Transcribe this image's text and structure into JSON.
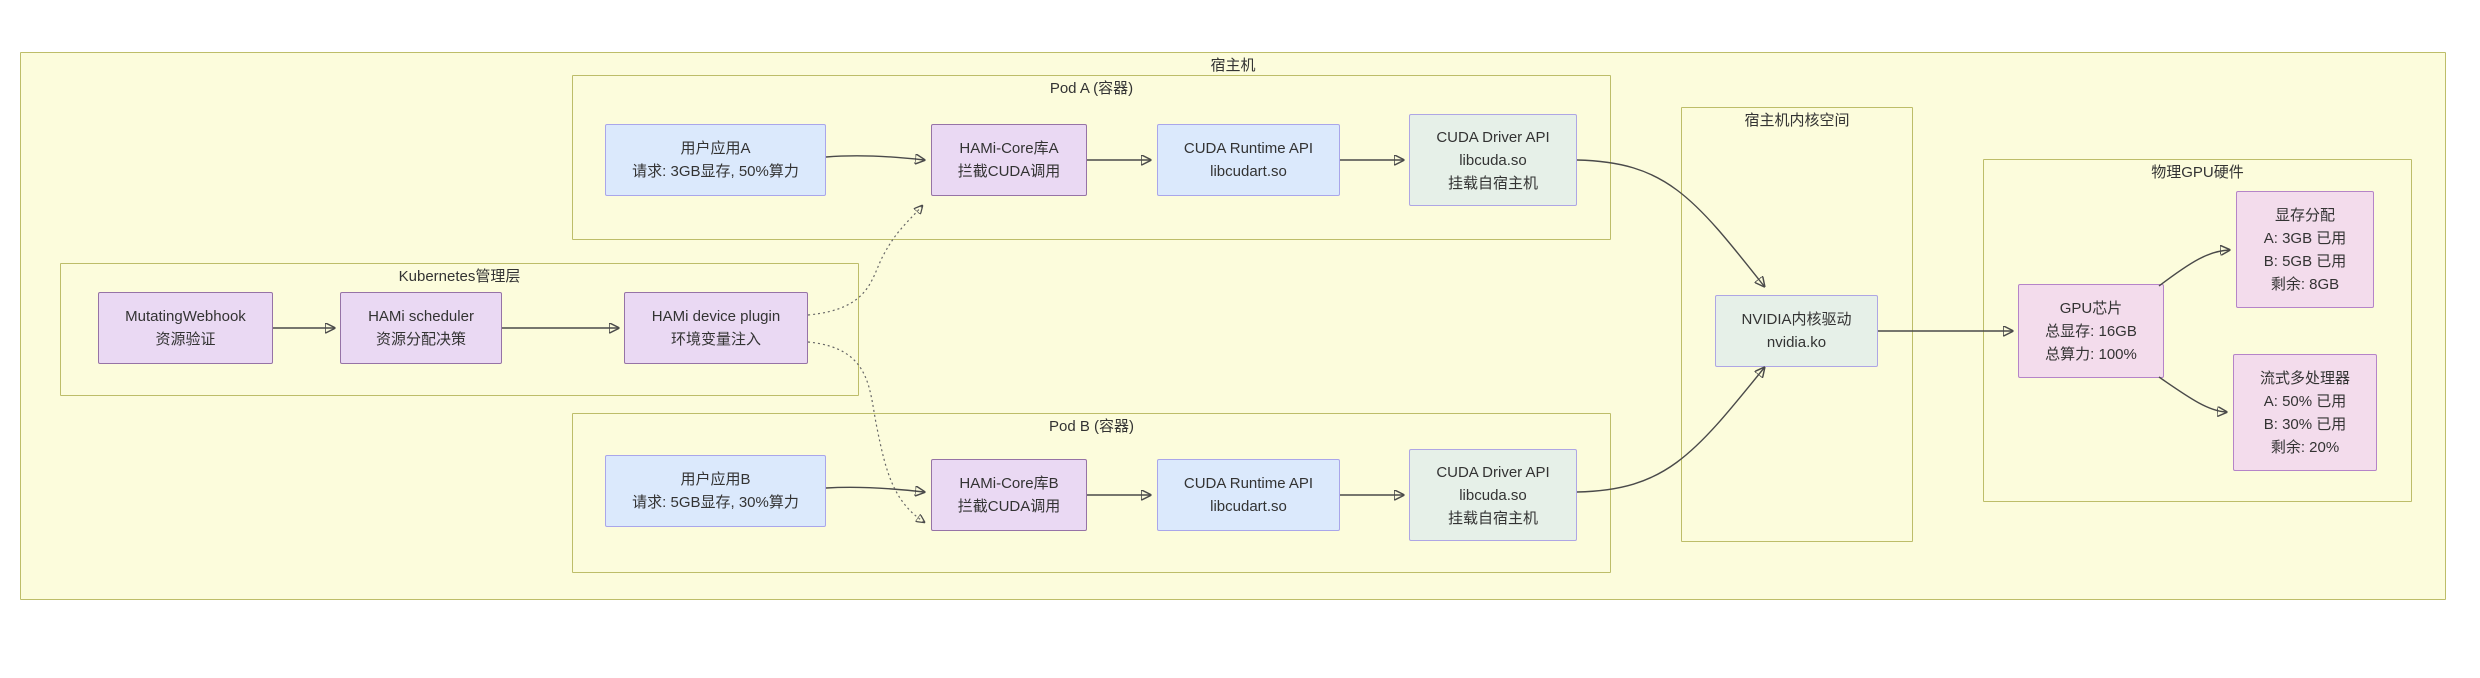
{
  "diagram": {
    "groups": {
      "host": {
        "label": "宿主机"
      },
      "pod_a": {
        "label": "Pod A (容器)"
      },
      "pod_b": {
        "label": "Pod B (容器)"
      },
      "k8s": {
        "label": "Kubernetes管理层"
      },
      "kernel": {
        "label": "宿主机内核空间"
      },
      "gpu_hw": {
        "label": "物理GPU硬件"
      }
    },
    "nodes": {
      "user_app_a": {
        "lines": [
          "用户应用A",
          "请求: 3GB显存, 50%算力"
        ]
      },
      "hami_core_a": {
        "lines": [
          "HAMi-Core库A",
          "拦截CUDA调用"
        ]
      },
      "cuda_runtime_a": {
        "lines": [
          "CUDA Runtime API",
          "libcudart.so"
        ]
      },
      "cuda_driver_a": {
        "lines": [
          "CUDA Driver API",
          "libcuda.so",
          "挂载自宿主机"
        ]
      },
      "user_app_b": {
        "lines": [
          "用户应用B",
          "请求: 5GB显存, 30%算力"
        ]
      },
      "hami_core_b": {
        "lines": [
          "HAMi-Core库B",
          "拦截CUDA调用"
        ]
      },
      "cuda_runtime_b": {
        "lines": [
          "CUDA Runtime API",
          "libcudart.so"
        ]
      },
      "cuda_driver_b": {
        "lines": [
          "CUDA Driver API",
          "libcuda.so",
          "挂载自宿主机"
        ]
      },
      "webhook": {
        "lines": [
          "MutatingWebhook",
          "资源验证"
        ]
      },
      "scheduler": {
        "lines": [
          "HAMi scheduler",
          "资源分配决策"
        ]
      },
      "device_plugin": {
        "lines": [
          "HAMi device plugin",
          "环境变量注入"
        ]
      },
      "nvidia_driver": {
        "lines": [
          "NVIDIA内核驱动",
          "nvidia.ko"
        ]
      },
      "gpu_chip": {
        "lines": [
          "GPU芯片",
          "总显存: 16GB",
          "总算力: 100%"
        ]
      },
      "vram_alloc": {
        "lines": [
          "显存分配",
          "A: 3GB 已用",
          "B: 5GB 已用",
          "剩余: 8GB"
        ]
      },
      "sm": {
        "lines": [
          "流式多处理器",
          "A: 50% 已用",
          "B: 30% 已用",
          "剩余: 20%"
        ]
      }
    },
    "edges": [
      {
        "from": "user_app_a",
        "to": "hami_core_a",
        "style": "solid"
      },
      {
        "from": "hami_core_a",
        "to": "cuda_runtime_a",
        "style": "solid"
      },
      {
        "from": "cuda_runtime_a",
        "to": "cuda_driver_a",
        "style": "solid"
      },
      {
        "from": "cuda_driver_a",
        "to": "nvidia_driver",
        "style": "solid"
      },
      {
        "from": "user_app_b",
        "to": "hami_core_b",
        "style": "solid"
      },
      {
        "from": "hami_core_b",
        "to": "cuda_runtime_b",
        "style": "solid"
      },
      {
        "from": "cuda_runtime_b",
        "to": "cuda_driver_b",
        "style": "solid"
      },
      {
        "from": "cuda_driver_b",
        "to": "nvidia_driver",
        "style": "solid"
      },
      {
        "from": "webhook",
        "to": "scheduler",
        "style": "solid"
      },
      {
        "from": "scheduler",
        "to": "device_plugin",
        "style": "solid"
      },
      {
        "from": "device_plugin",
        "to": "hami_core_a",
        "style": "dotted"
      },
      {
        "from": "device_plugin",
        "to": "hami_core_b",
        "style": "dotted"
      },
      {
        "from": "nvidia_driver",
        "to": "gpu_chip",
        "style": "solid"
      },
      {
        "from": "gpu_chip",
        "to": "vram_alloc",
        "style": "solid"
      },
      {
        "from": "gpu_chip",
        "to": "sm",
        "style": "solid"
      }
    ],
    "colors": {
      "canvas_bg": "#ffffff",
      "group_fill": "#fcfcdc",
      "group_border": "#bdbd69",
      "blue_fill": "#dbe9fc",
      "blue_border": "#a9a6ea",
      "lavender_fill": "#ead9f3",
      "lavender_border": "#9673a6",
      "mint_fill": "#e6f0e8",
      "mint_border": "#aea6e4",
      "pink_fill": "#f3dcec",
      "pink_border": "#b584c8",
      "edge": "#4a4a4a",
      "text": "#333333"
    }
  }
}
